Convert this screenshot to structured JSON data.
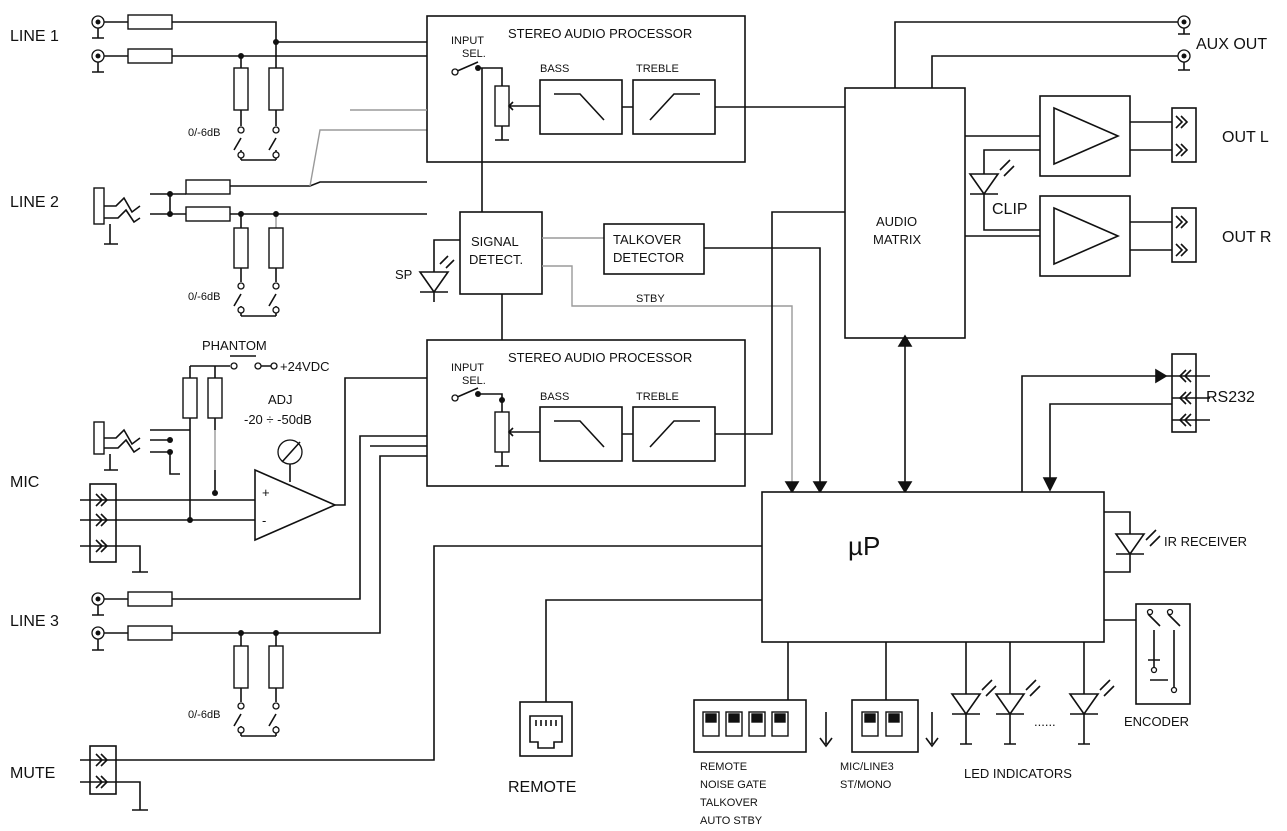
{
  "inputs": {
    "line1": "LINE 1",
    "line2": "LINE 2",
    "mic": "MIC",
    "line3": "LINE 3",
    "mute": "MUTE",
    "att1": "0/-6dB",
    "att2": "0/-6dB",
    "att3": "0/-6dB"
  },
  "processor_top": {
    "title": "STEREO AUDIO PROCESSOR",
    "input_sel_1": "INPUT",
    "input_sel_2": "SEL.",
    "bass": "BASS",
    "treble": "TREBLE"
  },
  "processor_bottom": {
    "title": "STEREO AUDIO PROCESSOR",
    "input_sel_1": "INPUT",
    "input_sel_2": "SEL.",
    "bass": "BASS",
    "treble": "TREBLE"
  },
  "mic_section": {
    "phantom": "PHANTOM",
    "voltage": "+24VDC",
    "adj": "ADJ",
    "range": "-20 ÷ -50dB",
    "plus": "+",
    "minus": "-"
  },
  "signal_detect": {
    "line1": "SIGNAL",
    "line2": "DETECT.",
    "sp": "SP"
  },
  "talkover": {
    "line1": "TALKOVER",
    "line2": "DETECTOR"
  },
  "stby": "STBY",
  "matrix": {
    "line1": "AUDIO",
    "line2": "MATRIX"
  },
  "outputs": {
    "aux": "AUX OUT",
    "out_l": "OUT L",
    "out_r": "OUT R",
    "clip": "CLIP"
  },
  "up": "µP",
  "rs232": "RS232",
  "ir": "IR RECEIVER",
  "encoder": "ENCODER",
  "remote": "REMOTE",
  "dip4": [
    "REMOTE",
    "NOISE GATE",
    "TALKOVER",
    "AUTO STBY"
  ],
  "dip2": [
    "MIC/LINE3",
    "ST/MONO"
  ],
  "led_indicators": "LED INDICATORS",
  "ellipsis": "......"
}
